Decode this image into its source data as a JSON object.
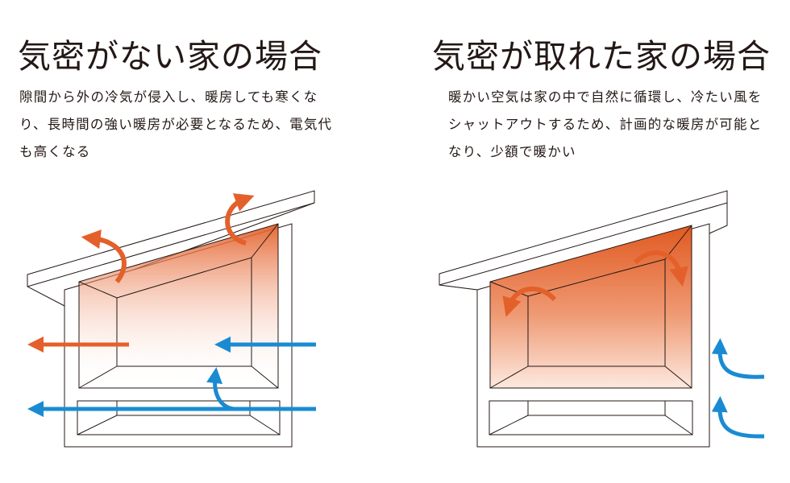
{
  "left_panel": {
    "title": "気密がない家の場合",
    "description": "隙間から外の冷気が侵入し、暖房しても寒くなり、長時間の強い暖房が必要となるため、電気代も高くなる"
  },
  "right_panel": {
    "title": "気密が取れた家の場合",
    "description": "暖かい空気は家の中で自然に循環し、冷たい風をシャットアウトするため、計画的な暖房が可能となり、少額で暖かい"
  },
  "colors": {
    "warm_arrow": "#e4602a",
    "cold_arrow": "#1a8bd3",
    "outline": "#231815"
  },
  "icons": [
    "warm-air-arrow-icon",
    "cold-air-arrow-icon"
  ]
}
